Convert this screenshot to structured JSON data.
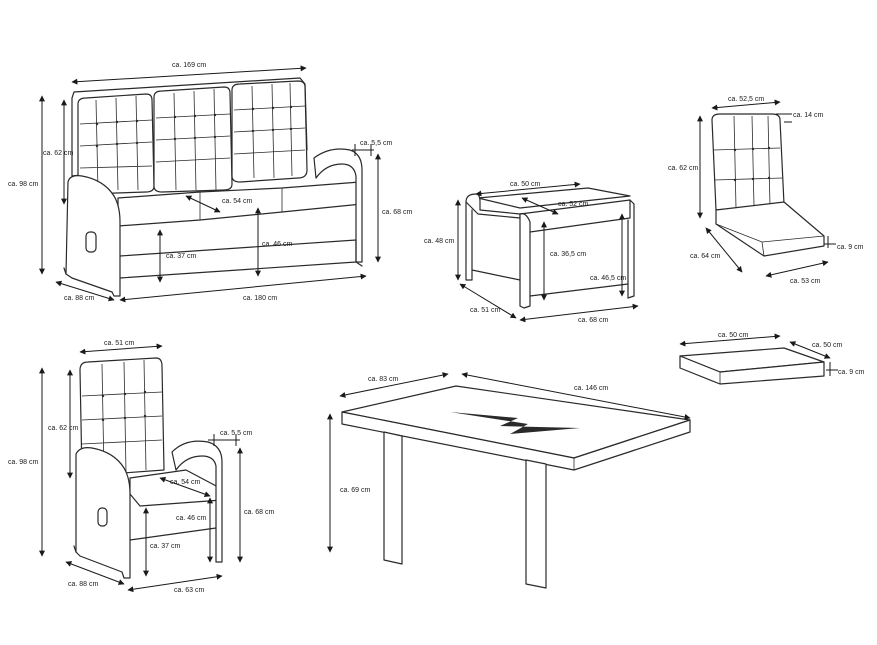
{
  "sofa": {
    "width": "ca. 169 cm",
    "back_height": "ca. 62 cm",
    "total_height": "ca. 98 cm",
    "armrest_width": "ca. 5,5 cm",
    "seat_depth": "ca. 54 cm",
    "arm_height": "ca. 68 cm",
    "seat_height": "ca. 37 cm",
    "inner_height": "ca. 46 cm",
    "depth": "ca. 88 cm",
    "length": "ca. 180 cm"
  },
  "stool": {
    "width": "ca. 50 cm",
    "cushion": "ca. 52 cm",
    "height": "ca. 48 cm",
    "inner_height": "ca. 36,5 cm",
    "height_2": "ca. 46,5 cm",
    "depth": "ca. 51 cm",
    "length": "ca. 68 cm"
  },
  "chair_cushion": {
    "width": "ca. 52,5 cm",
    "thickness_back": "ca. 14 cm",
    "back_height": "ca. 62 cm",
    "seat_depth": "ca. 64 cm",
    "seat_thickness": "ca. 9 cm",
    "seat_width": "ca. 53 cm"
  },
  "stool_cushion": {
    "width": "ca. 50 cm",
    "depth": "ca. 50 cm",
    "thickness": "ca. 9 cm"
  },
  "armchair": {
    "width": "ca. 51 cm",
    "back_height": "ca. 62 cm",
    "total_height": "ca. 98 cm",
    "armrest_width": "ca. 5,5 cm",
    "seat_depth": "ca. 54 cm",
    "inner_height": "ca. 46 cm",
    "arm_height": "ca. 68 cm",
    "seat_height": "ca. 37 cm",
    "depth": "ca. 88 cm",
    "width_2": "ca. 63 cm"
  },
  "table": {
    "depth": "ca. 83 cm",
    "length": "ca. 146 cm",
    "height": "ca. 69 cm"
  }
}
